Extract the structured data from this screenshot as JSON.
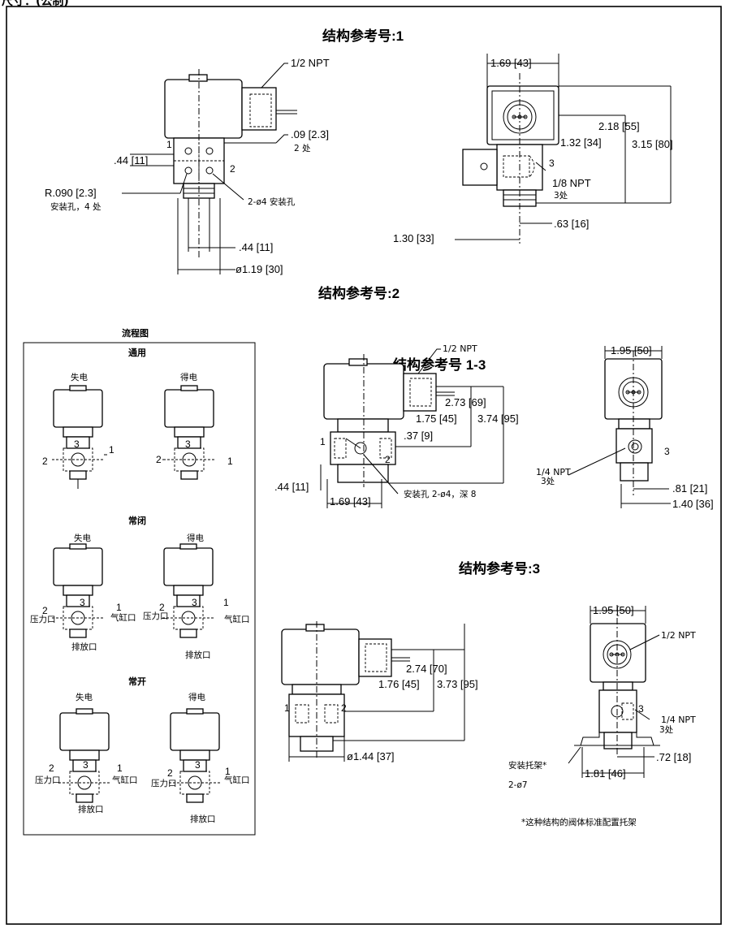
{
  "page_header": "尺寸：(公制)",
  "section_titles": {
    "s1": "结构参考号:1",
    "s2": "结构参考号:2",
    "s13": "结构参考号 1-3",
    "s3": "结构参考号:3"
  },
  "fig1": {
    "npt_half": "1/2  NPT",
    "d09": ".09 [2.3]",
    "two_places": "2 处",
    "d44a": ".44 [11]",
    "port1": "1",
    "port2": "2",
    "r090": "R.090 [2.3]",
    "mount_holes_4": "安装孔，4 处",
    "holes_2": "2-ø4 安装孔",
    "d44b": ".44 [11]",
    "d119": "ø1.19 [30]",
    "d169": "1.69 [43]",
    "d218": "2.18 [55]",
    "d132": "1.32 [34]",
    "d315": "3.15 [80]",
    "port3": "3",
    "npt_eighth": "1/8 NPT",
    "three_places": "3处",
    "d063": ".63 [16]",
    "d130": "1.30 [33]"
  },
  "flow": {
    "title": "流程图",
    "general": "通用",
    "nc": "常闭",
    "no": "常开",
    "deenergized": "失电",
    "energized": "得电",
    "pressure_port": "压力口",
    "cylinder_port": "气缸口",
    "exhaust_port": "排放口",
    "p1": "1",
    "p2": "2",
    "p3": "3"
  },
  "fig2": {
    "npt_half": "1/2  NPT",
    "d273": "2.73 [69]",
    "d175": "1.75 [45]",
    "d374": "3.74 [95]",
    "d37": ".37 [9]",
    "port1": "1",
    "port2": "2",
    "d44": ".44 [11]",
    "d169": "1.69 [43]",
    "mount_holes": "安装孔 2-ø4，深 8",
    "d195": "1.95 [50]",
    "port3": "3",
    "npt_quarter": "1/4 NPT",
    "three_places": "3处",
    "d081": ".81 [21]",
    "d140": "1.40 [36]"
  },
  "fig3": {
    "d274": "2.74 [70]",
    "d176": "1.76 [45]",
    "d373": "3.73 [95]",
    "port1": "1",
    "port2": "2",
    "d144": "ø1.44 [37]",
    "d195": "1.95 [50]",
    "npt_half": "1/2  NPT",
    "port3": "3",
    "npt_quarter": "1/4 NPT",
    "three_places": "3处",
    "bracket": "安装托架*",
    "bracket_holes": "2-ø7",
    "d181": "1.81 [46]",
    "d072": ".72 [18]",
    "footnote": "*这种结构的阀体标准配置托架"
  }
}
